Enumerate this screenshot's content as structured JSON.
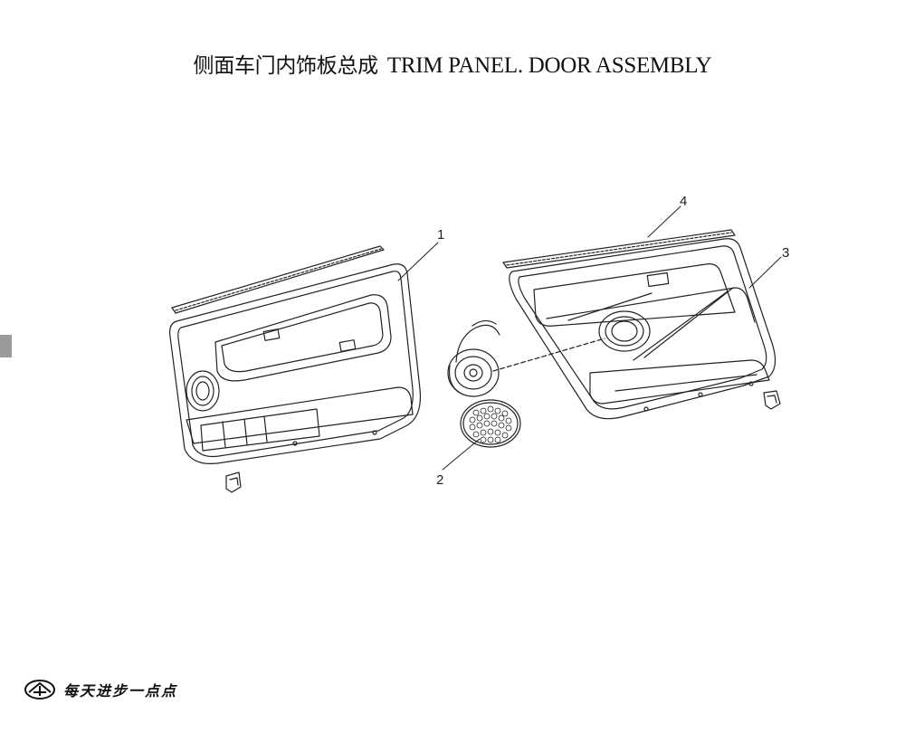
{
  "title": {
    "cn": "侧面车门内饰板总成",
    "en": "TRIM PANEL. DOOR ASSEMBLY"
  },
  "callouts": {
    "c1": "1",
    "c2": "2",
    "c3": "3",
    "c4": "4"
  },
  "footer": {
    "slogan": "每天进步一点点"
  },
  "colors": {
    "line": "#222222",
    "background": "#ffffff",
    "edge_tab": "#9a9a9a"
  }
}
